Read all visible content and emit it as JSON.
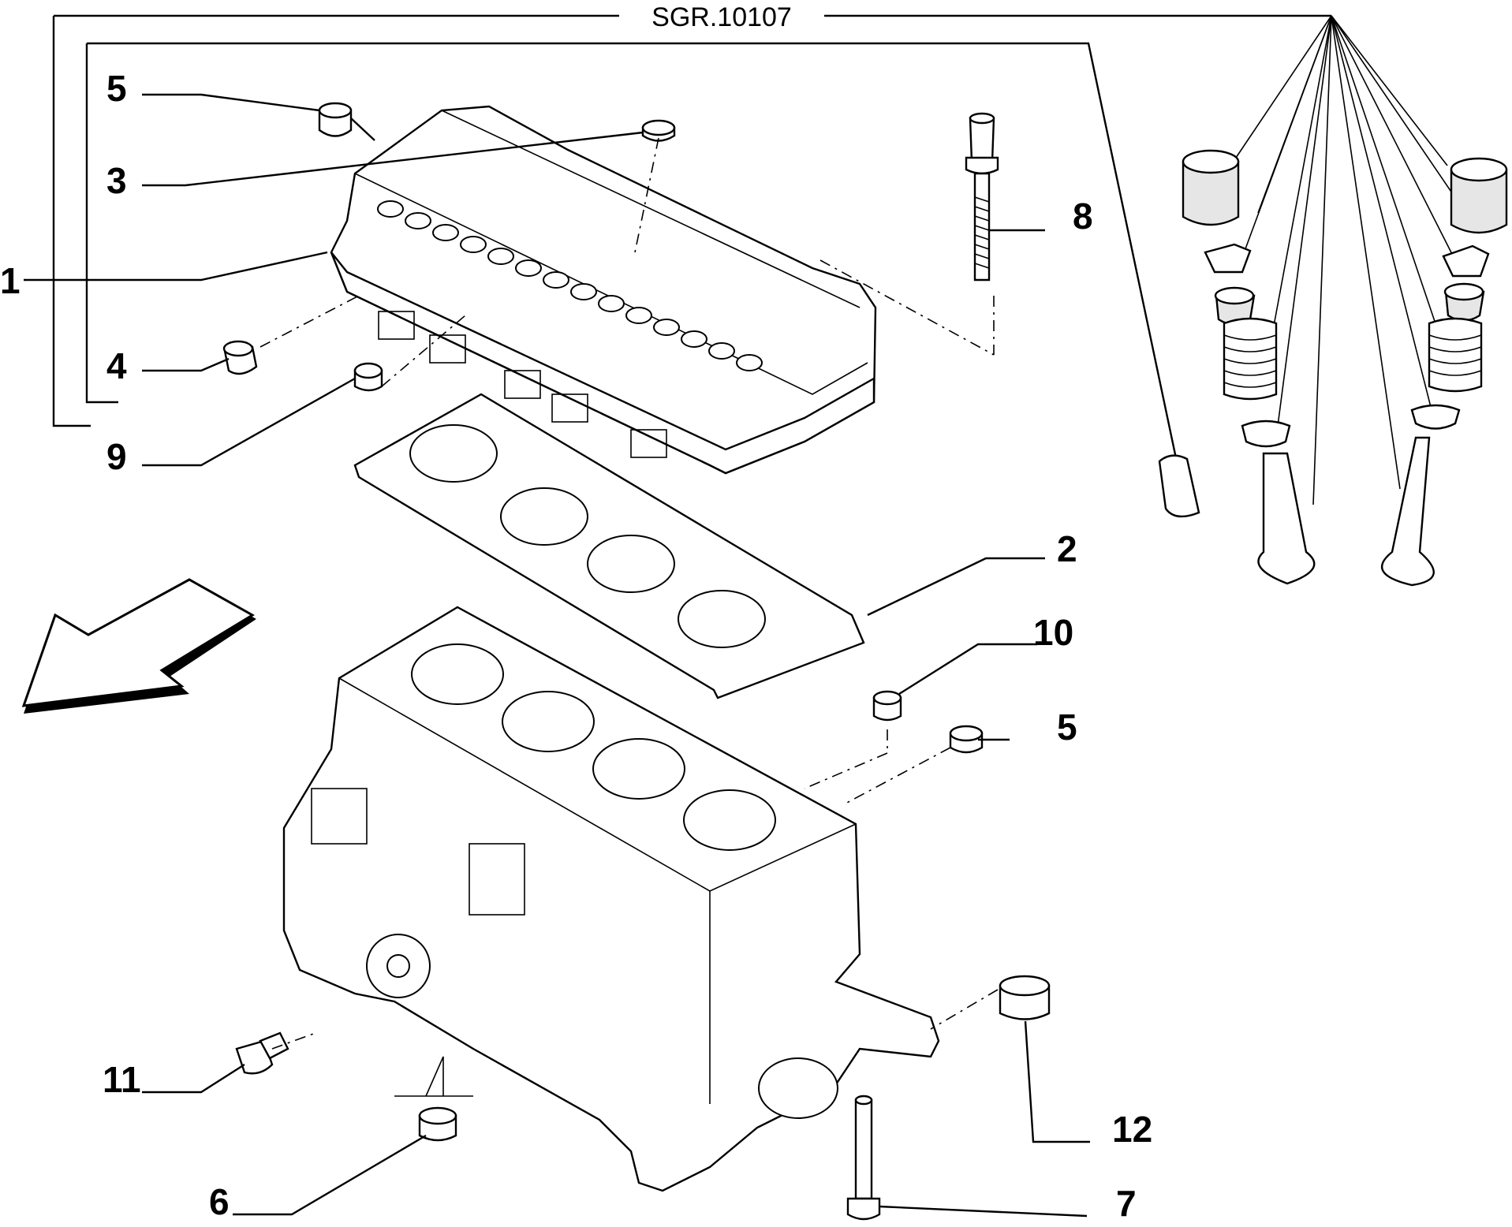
{
  "diagram": {
    "reference": "SGR.10107",
    "callouts": [
      {
        "id": "c1",
        "text": "1"
      },
      {
        "id": "c2",
        "text": "2"
      },
      {
        "id": "c3",
        "text": "3"
      },
      {
        "id": "c4",
        "text": "4"
      },
      {
        "id": "c5a",
        "text": "5"
      },
      {
        "id": "c5b",
        "text": "5"
      },
      {
        "id": "c6",
        "text": "6"
      },
      {
        "id": "c7",
        "text": "7"
      },
      {
        "id": "c8",
        "text": "8"
      },
      {
        "id": "c9",
        "text": "9"
      },
      {
        "id": "c10",
        "text": "10"
      },
      {
        "id": "c11",
        "text": "11"
      },
      {
        "id": "c12",
        "text": "12"
      }
    ]
  }
}
